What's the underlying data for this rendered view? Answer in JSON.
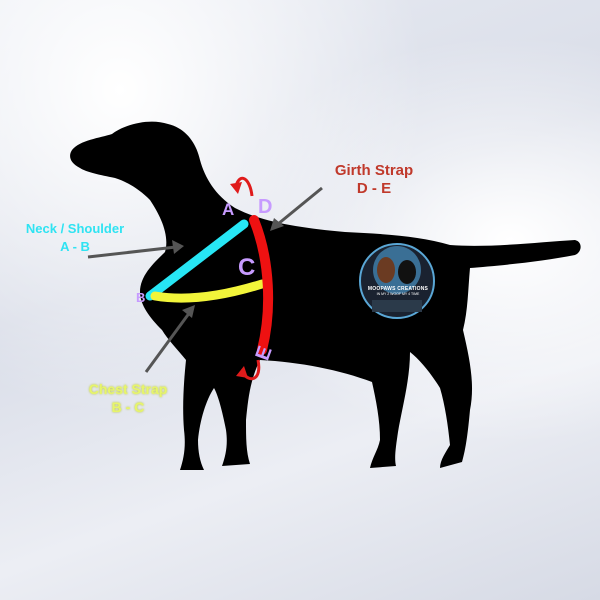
{
  "labels": {
    "neck": {
      "title": "Neck / Shoulder",
      "range": "A - B",
      "color": "#2fe3f2"
    },
    "girth": {
      "title": "Girth Strap",
      "range": "D - E",
      "color": "#c0392b"
    },
    "chest": {
      "title": "Chest Strap",
      "range": "B - C",
      "color": "#e7f56a"
    }
  },
  "points": {
    "a": "A",
    "b": "B",
    "c": "C",
    "d": "D",
    "e": "E"
  },
  "logo": {
    "line1": "MOOPAWS CREATIONS",
    "line2": "IN MY 2 WOOF MY 4 TIME"
  },
  "colors": {
    "silhouette": "#000000",
    "neck_strap": "#27e6f5",
    "chest_strap": "#f2f53a",
    "girth_strap": "#ee1111",
    "point_letters": "#c79bff",
    "arrows": "#e01b1b"
  }
}
